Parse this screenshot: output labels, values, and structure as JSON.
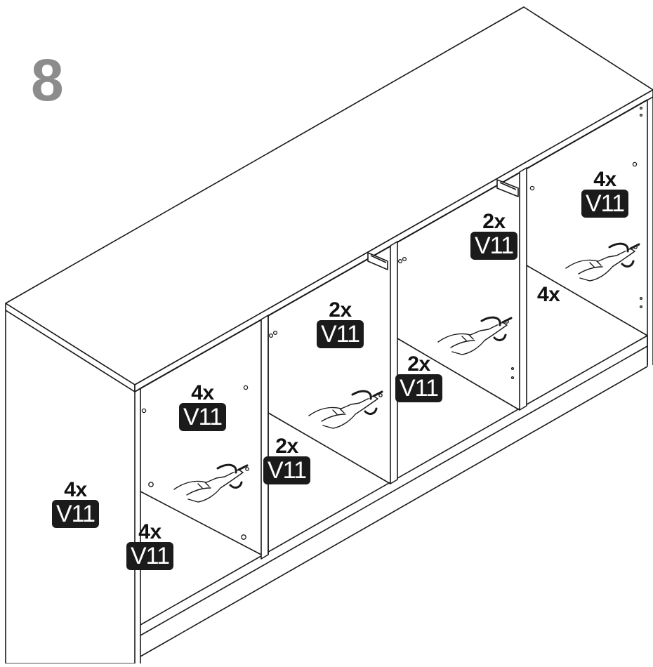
{
  "step": "8",
  "callouts": [
    {
      "qty": "4x",
      "code": "V11"
    },
    {
      "qty": "4x",
      "code": "V11"
    },
    {
      "qty": "4x",
      "code": "V11"
    },
    {
      "qty": "2x",
      "code": "V11"
    },
    {
      "qty": "2x",
      "code": "V11"
    },
    {
      "qty": "2x",
      "code": "V11"
    },
    {
      "qty": "2x",
      "code": "V11"
    },
    {
      "qty": "4x",
      "code": "V11"
    }
  ],
  "loose_qty": "4x",
  "colors": {
    "line": "#1a1a1a",
    "step_number": "#8c8c8c",
    "label_bg": "#1b1b1b",
    "label_text": "#ffffff"
  }
}
